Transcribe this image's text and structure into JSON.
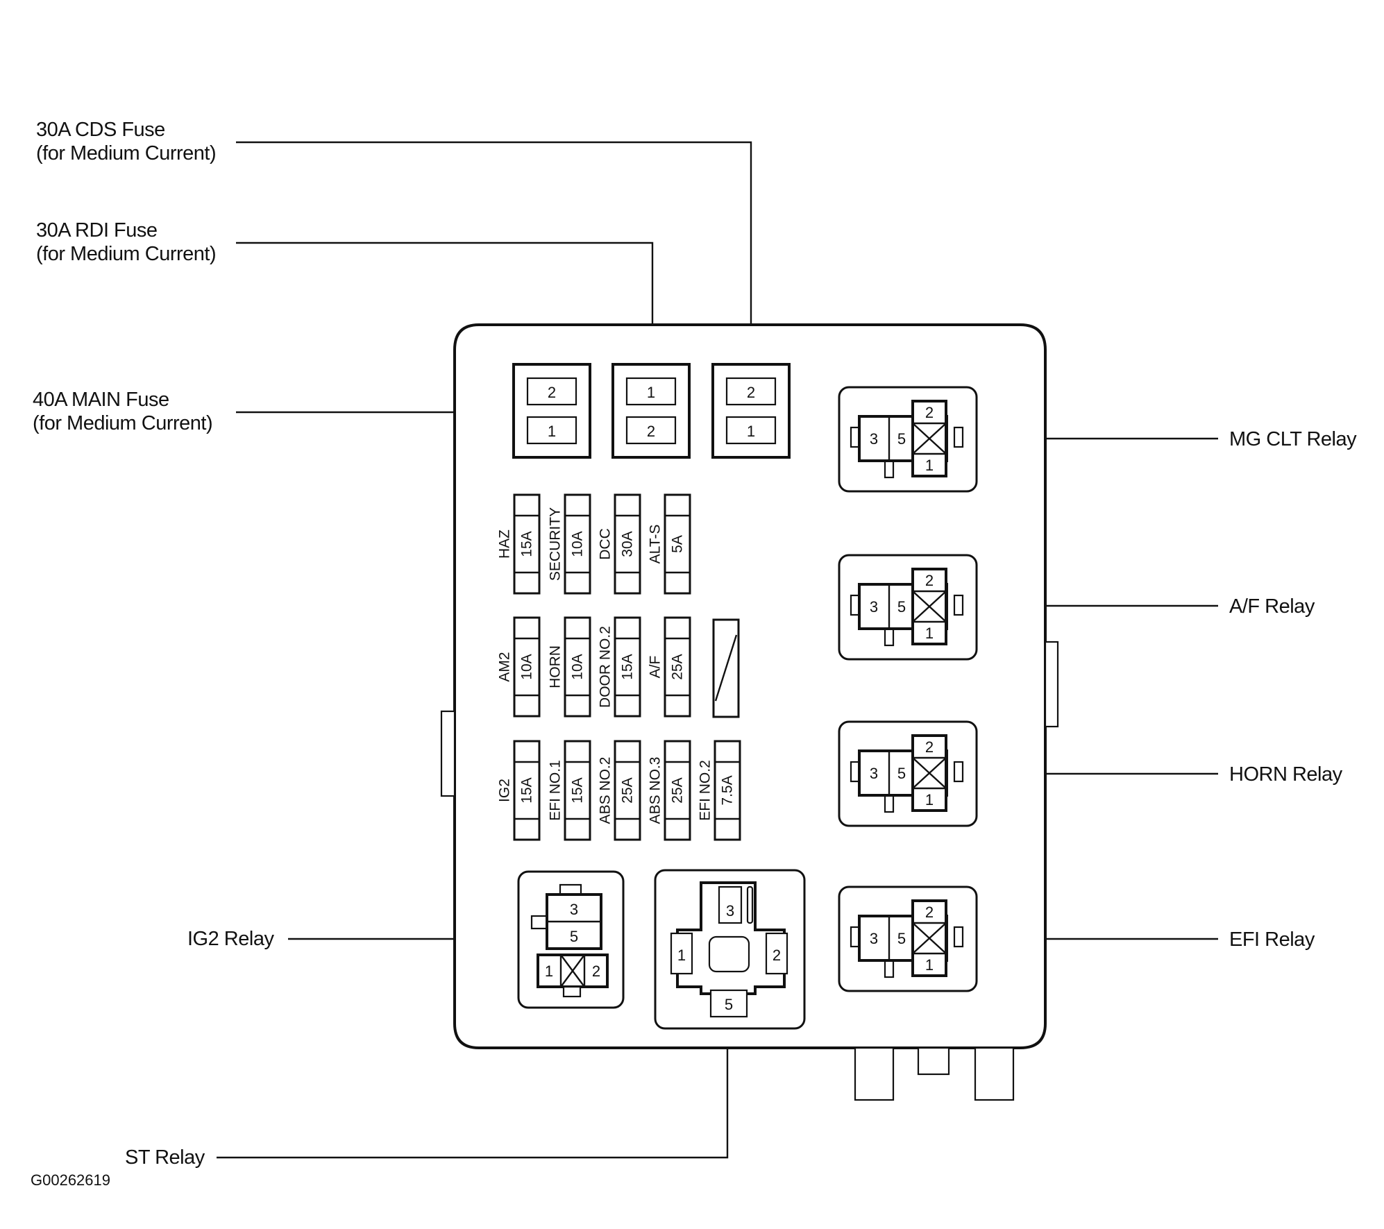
{
  "callouts": {
    "cds_fuse": {
      "line1": "30A CDS Fuse",
      "line2": "(for Medium Current)"
    },
    "rdi_fuse": {
      "line1": "30A RDI Fuse",
      "line2": "(for Medium Current)"
    },
    "main_fuse": {
      "line1": "40A MAIN Fuse",
      "line2": "(for Medium Current)"
    },
    "mg_clt_relay": "MG CLT Relay",
    "af_relay": "A/F Relay",
    "horn_relay": "HORN Relay",
    "efi_relay": "EFI Relay",
    "ig2_relay": "IG2 Relay",
    "st_relay": "ST Relay"
  },
  "figure_id": "G00262619",
  "medium_fuses": [
    {
      "id": "main",
      "top": "2",
      "bottom": "1"
    },
    {
      "id": "rdi",
      "top": "1",
      "bottom": "2"
    },
    {
      "id": "cds",
      "top": "2",
      "bottom": "1"
    }
  ],
  "fuse_rows": [
    [
      {
        "name": "HAZ",
        "rating": "15A"
      },
      {
        "name": "SECURITY",
        "rating": "10A"
      },
      {
        "name": "DCC",
        "rating": "30A"
      },
      {
        "name": "ALT-S",
        "rating": "5A"
      }
    ],
    [
      {
        "name": "AM2",
        "rating": "10A"
      },
      {
        "name": "HORN",
        "rating": "10A"
      },
      {
        "name": "DOOR NO.2",
        "rating": "15A"
      },
      {
        "name": "A/F",
        "rating": "25A"
      }
    ],
    [
      {
        "name": "IG2",
        "rating": "15A"
      },
      {
        "name": "EFI NO.1",
        "rating": "15A"
      },
      {
        "name": "ABS NO.2",
        "rating": "25A"
      },
      {
        "name": "ABS NO.3",
        "rating": "25A"
      },
      {
        "name": "EFI NO.2",
        "rating": "7.5A"
      }
    ]
  ],
  "relay_pins": {
    "side_relay": {
      "left": "3",
      "right": "5",
      "top": "2",
      "bottom": "1"
    },
    "ig2_relay": {
      "top": "3",
      "middle": "5",
      "bottom_left": "1",
      "bottom_right": "2"
    },
    "st_relay": {
      "top": "3",
      "left": "1",
      "right": "2",
      "bottom": "5"
    }
  }
}
